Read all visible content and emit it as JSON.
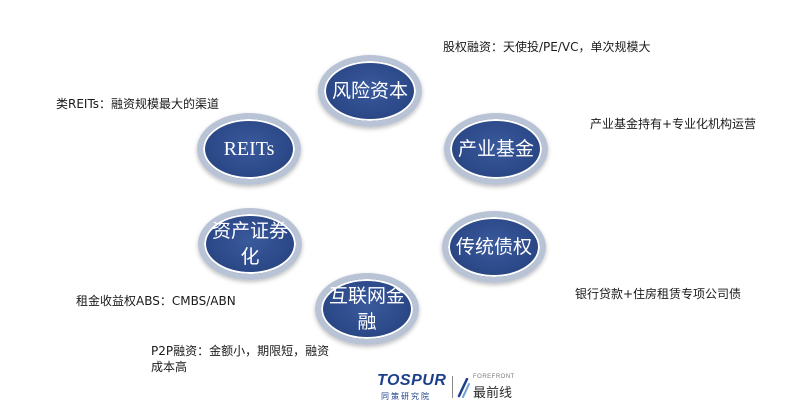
{
  "nodes": [
    {
      "id": "risk-capital",
      "label": "风险资本"
    },
    {
      "id": "industry-fund",
      "label": "产业基金"
    },
    {
      "id": "traditional-debt",
      "label": "传统债权"
    },
    {
      "id": "internet-finance",
      "label": "互联网金融"
    },
    {
      "id": "abs",
      "label": "资产证券化"
    },
    {
      "id": "reits",
      "label": "REITs"
    }
  ],
  "annotations": [
    {
      "id": "equity",
      "text": "股权融资：天使投/PE/VC，单次规模大"
    },
    {
      "id": "fund-holding",
      "text": "产业基金持有+专业化机构运营"
    },
    {
      "id": "bank-loan",
      "text": "银行贷款+住房租赁专项公司债"
    },
    {
      "id": "p2p",
      "text": "P2P融资：金额小，期限短，融资成本高"
    },
    {
      "id": "rent-abs",
      "text": "租金收益权ABS：CMBS/ABN"
    },
    {
      "id": "reits-like",
      "text": "类REITs：融资规模最大的渠道"
    }
  ],
  "logos": {
    "tospur_main": "TOSPUR",
    "tospur_sub": "同策研究院",
    "forefront_en": "FOREFRONT",
    "forefront_cn": "最前线"
  },
  "colors": {
    "node_fill": "#2d4a8a",
    "node_ring": "#b9c3d6",
    "text": "#1a1a1a",
    "logo_blue": "#1c3f8c"
  }
}
